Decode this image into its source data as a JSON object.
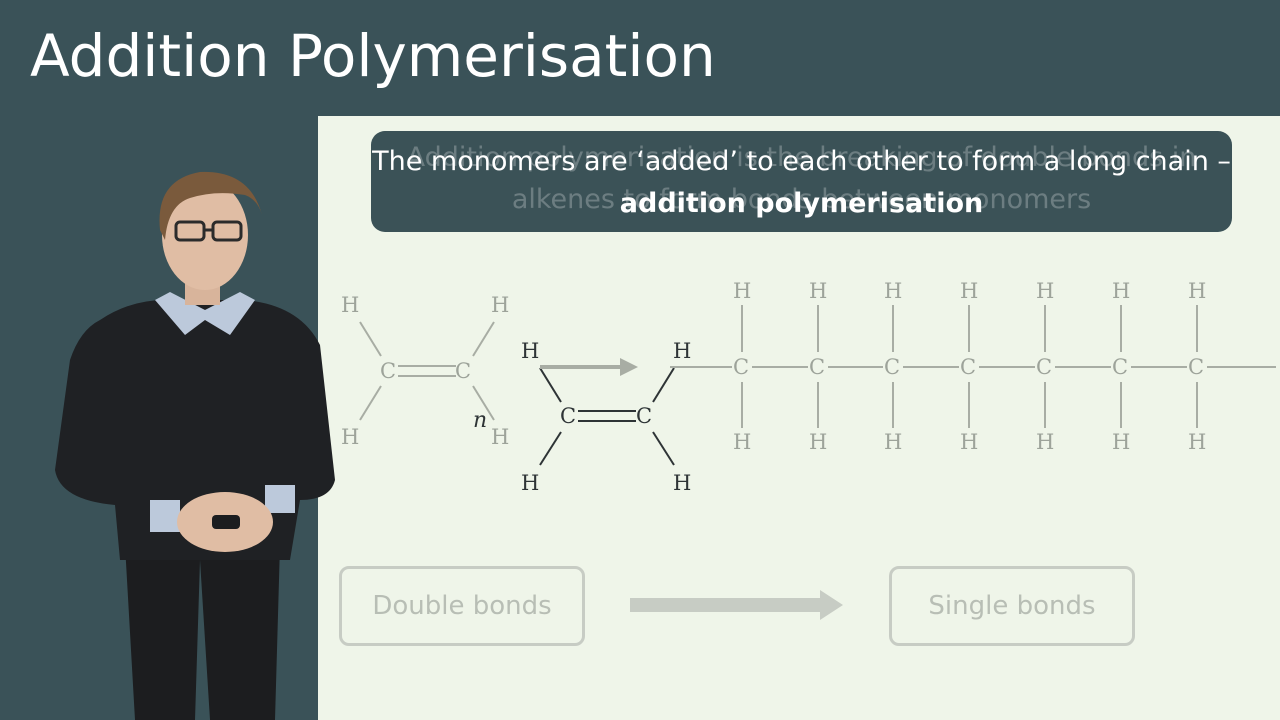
{
  "slide": {
    "title": "Addition Polymerisation",
    "caption_ghost": "Addition polymerisation is the breaking of double bonds in alkenes to form bonds between monomers",
    "caption_main_lead": "The monomers are ‘added’ to each other to form a long chain – ",
    "caption_main_bold": "addition polymerisation"
  },
  "diagram": {
    "carbon_label": "C",
    "hydrogen_label": "H",
    "subscript_n": "n"
  },
  "boxes": {
    "left": "Double bonds",
    "right": "Single bonds"
  },
  "colors": {
    "background": "#3a5258",
    "panel": "#eff5e9",
    "caption_bg": "#3b5257"
  }
}
